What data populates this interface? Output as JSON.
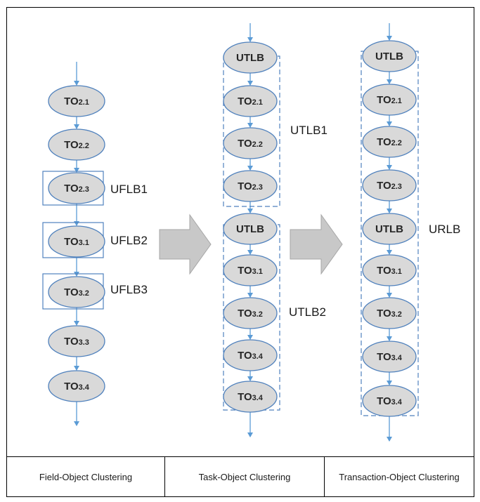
{
  "columns": [
    {
      "caption": "Field-Object Clustering",
      "nodes": [
        {
          "main": "TO",
          "sub": "2.1"
        },
        {
          "main": "TO",
          "sub": "2.2"
        },
        {
          "main": "TO",
          "sub": "2.3"
        },
        {
          "main": "TO",
          "sub": "3.1"
        },
        {
          "main": "TO",
          "sub": "3.2"
        },
        {
          "main": "TO",
          "sub": "3.3"
        },
        {
          "main": "TO",
          "sub": "3.4"
        }
      ],
      "groups": [
        {
          "label": "UFLB1",
          "style": "solid",
          "nodes": [
            2
          ]
        },
        {
          "label": "UFLB2",
          "style": "solid",
          "nodes": [
            3
          ]
        },
        {
          "label": "UFLB3",
          "style": "solid",
          "nodes": [
            4
          ]
        }
      ]
    },
    {
      "caption": "Task-Object Clustering",
      "nodes": [
        {
          "main": "UTLB",
          "sub": ""
        },
        {
          "main": "TO",
          "sub": "2.1"
        },
        {
          "main": "TO",
          "sub": "2.2"
        },
        {
          "main": "TO",
          "sub": "2.3"
        },
        {
          "main": "UTLB",
          "sub": ""
        },
        {
          "main": "TO",
          "sub": "3.1"
        },
        {
          "main": "TO",
          "sub": "3.2"
        },
        {
          "main": "TO",
          "sub": "3.4"
        },
        {
          "main": "TO",
          "sub": "3.4"
        }
      ],
      "groups": [
        {
          "label": "UTLB1",
          "style": "dashed",
          "nodes": [
            0,
            3
          ]
        },
        {
          "label": "UTLB2",
          "style": "dashed",
          "nodes": [
            4,
            8
          ]
        }
      ]
    },
    {
      "caption": "Transaction-Object Clustering",
      "nodes": [
        {
          "main": "UTLB",
          "sub": ""
        },
        {
          "main": "TO",
          "sub": "2.1"
        },
        {
          "main": "TO",
          "sub": "2.2"
        },
        {
          "main": "TO",
          "sub": "2.3"
        },
        {
          "main": "UTLB",
          "sub": ""
        },
        {
          "main": "TO",
          "sub": "3.1"
        },
        {
          "main": "TO",
          "sub": "3.2"
        },
        {
          "main": "TO",
          "sub": "3.4"
        },
        {
          "main": "TO",
          "sub": "3.4"
        }
      ],
      "groups": [
        {
          "label": "URLB",
          "style": "dashed",
          "nodes": [
            0,
            8
          ]
        }
      ]
    }
  ],
  "colors": {
    "node_fill": "#d9d9d9",
    "node_stroke": "#4f81bd",
    "flow_line": "#5b9bd5",
    "transition_arrow": "#c8c8c8"
  }
}
